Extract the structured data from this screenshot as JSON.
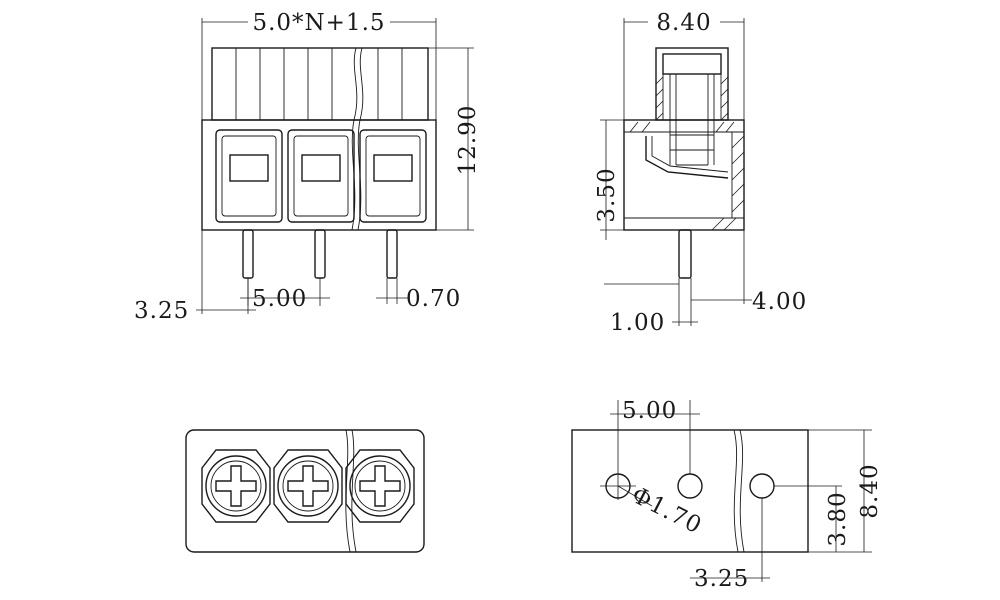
{
  "front_view": {
    "overall_width": "5.0*N+1.5",
    "height": "12.90",
    "pitch": "5.00",
    "pin_width": "0.70",
    "edge_offset": "3.25"
  },
  "side_view": {
    "depth": "8.40",
    "body_height": "3.50",
    "pin_width": "1.00",
    "pin_offset": "4.00"
  },
  "bottom_view": {
    "pitch": "5.00",
    "hole_diameter": "Φ1.70",
    "depth": "8.40",
    "hole_row_offset": "3.80",
    "edge_offset": "3.25"
  }
}
